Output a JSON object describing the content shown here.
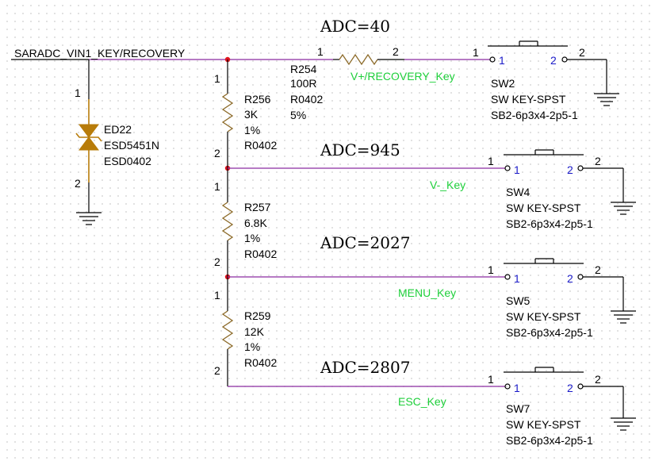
{
  "net_input": "SARADC_VIN1_KEY/RECOVERY",
  "adc_labels": [
    "ADC=40",
    "ADC=945",
    "ADC=2027",
    "ADC=2807"
  ],
  "resistors": [
    {
      "ref": "R254",
      "value": "100R",
      "pkg": "R0402",
      "tol": "5%",
      "pin1": "1",
      "pin2": "2"
    },
    {
      "ref": "R256",
      "value": "3K",
      "tol": "1%",
      "pkg": "R0402",
      "pin1": "1",
      "pin2": "2"
    },
    {
      "ref": "R257",
      "value": "6.8K",
      "tol": "1%",
      "pkg": "R0402",
      "pin1": "1",
      "pin2": "2"
    },
    {
      "ref": "R259",
      "value": "12K",
      "tol": "1%",
      "pkg": "R0402",
      "pin1": "1",
      "pin2": "2"
    }
  ],
  "esd": {
    "ref": "ED22",
    "part": "ESD5451N",
    "pkg": "ESD0402",
    "pin1": "1",
    "pin2": "2"
  },
  "nets": [
    "V+/RECOVERY_Key",
    "V-_Key",
    "MENU_Key",
    "ESC_Key"
  ],
  "switches": [
    {
      "ref": "SW2",
      "type": "SW KEY-SPST",
      "pkg": "SB2-6p3x4-2p5-1",
      "pin1": "1",
      "pin2": "2"
    },
    {
      "ref": "SW4",
      "type": "SW KEY-SPST",
      "pkg": "SB2-6p3x4-2p5-1",
      "pin1": "1",
      "pin2": "2"
    },
    {
      "ref": "SW5",
      "type": "SW KEY-SPST",
      "pkg": "SB2-6p3x4-2p5-1",
      "pin1": "1",
      "pin2": "2"
    },
    {
      "ref": "SW7",
      "type": "SW KEY-SPST",
      "pkg": "SB2-6p3x4-2p5-1",
      "pin1": "1",
      "pin2": "2"
    }
  ],
  "colors": {
    "wire": "#8a2aa0",
    "net_label": "#1ecf3a",
    "junction": "#e0141e",
    "pin_number": "#1a1ac8",
    "component": "#b87c0a"
  }
}
